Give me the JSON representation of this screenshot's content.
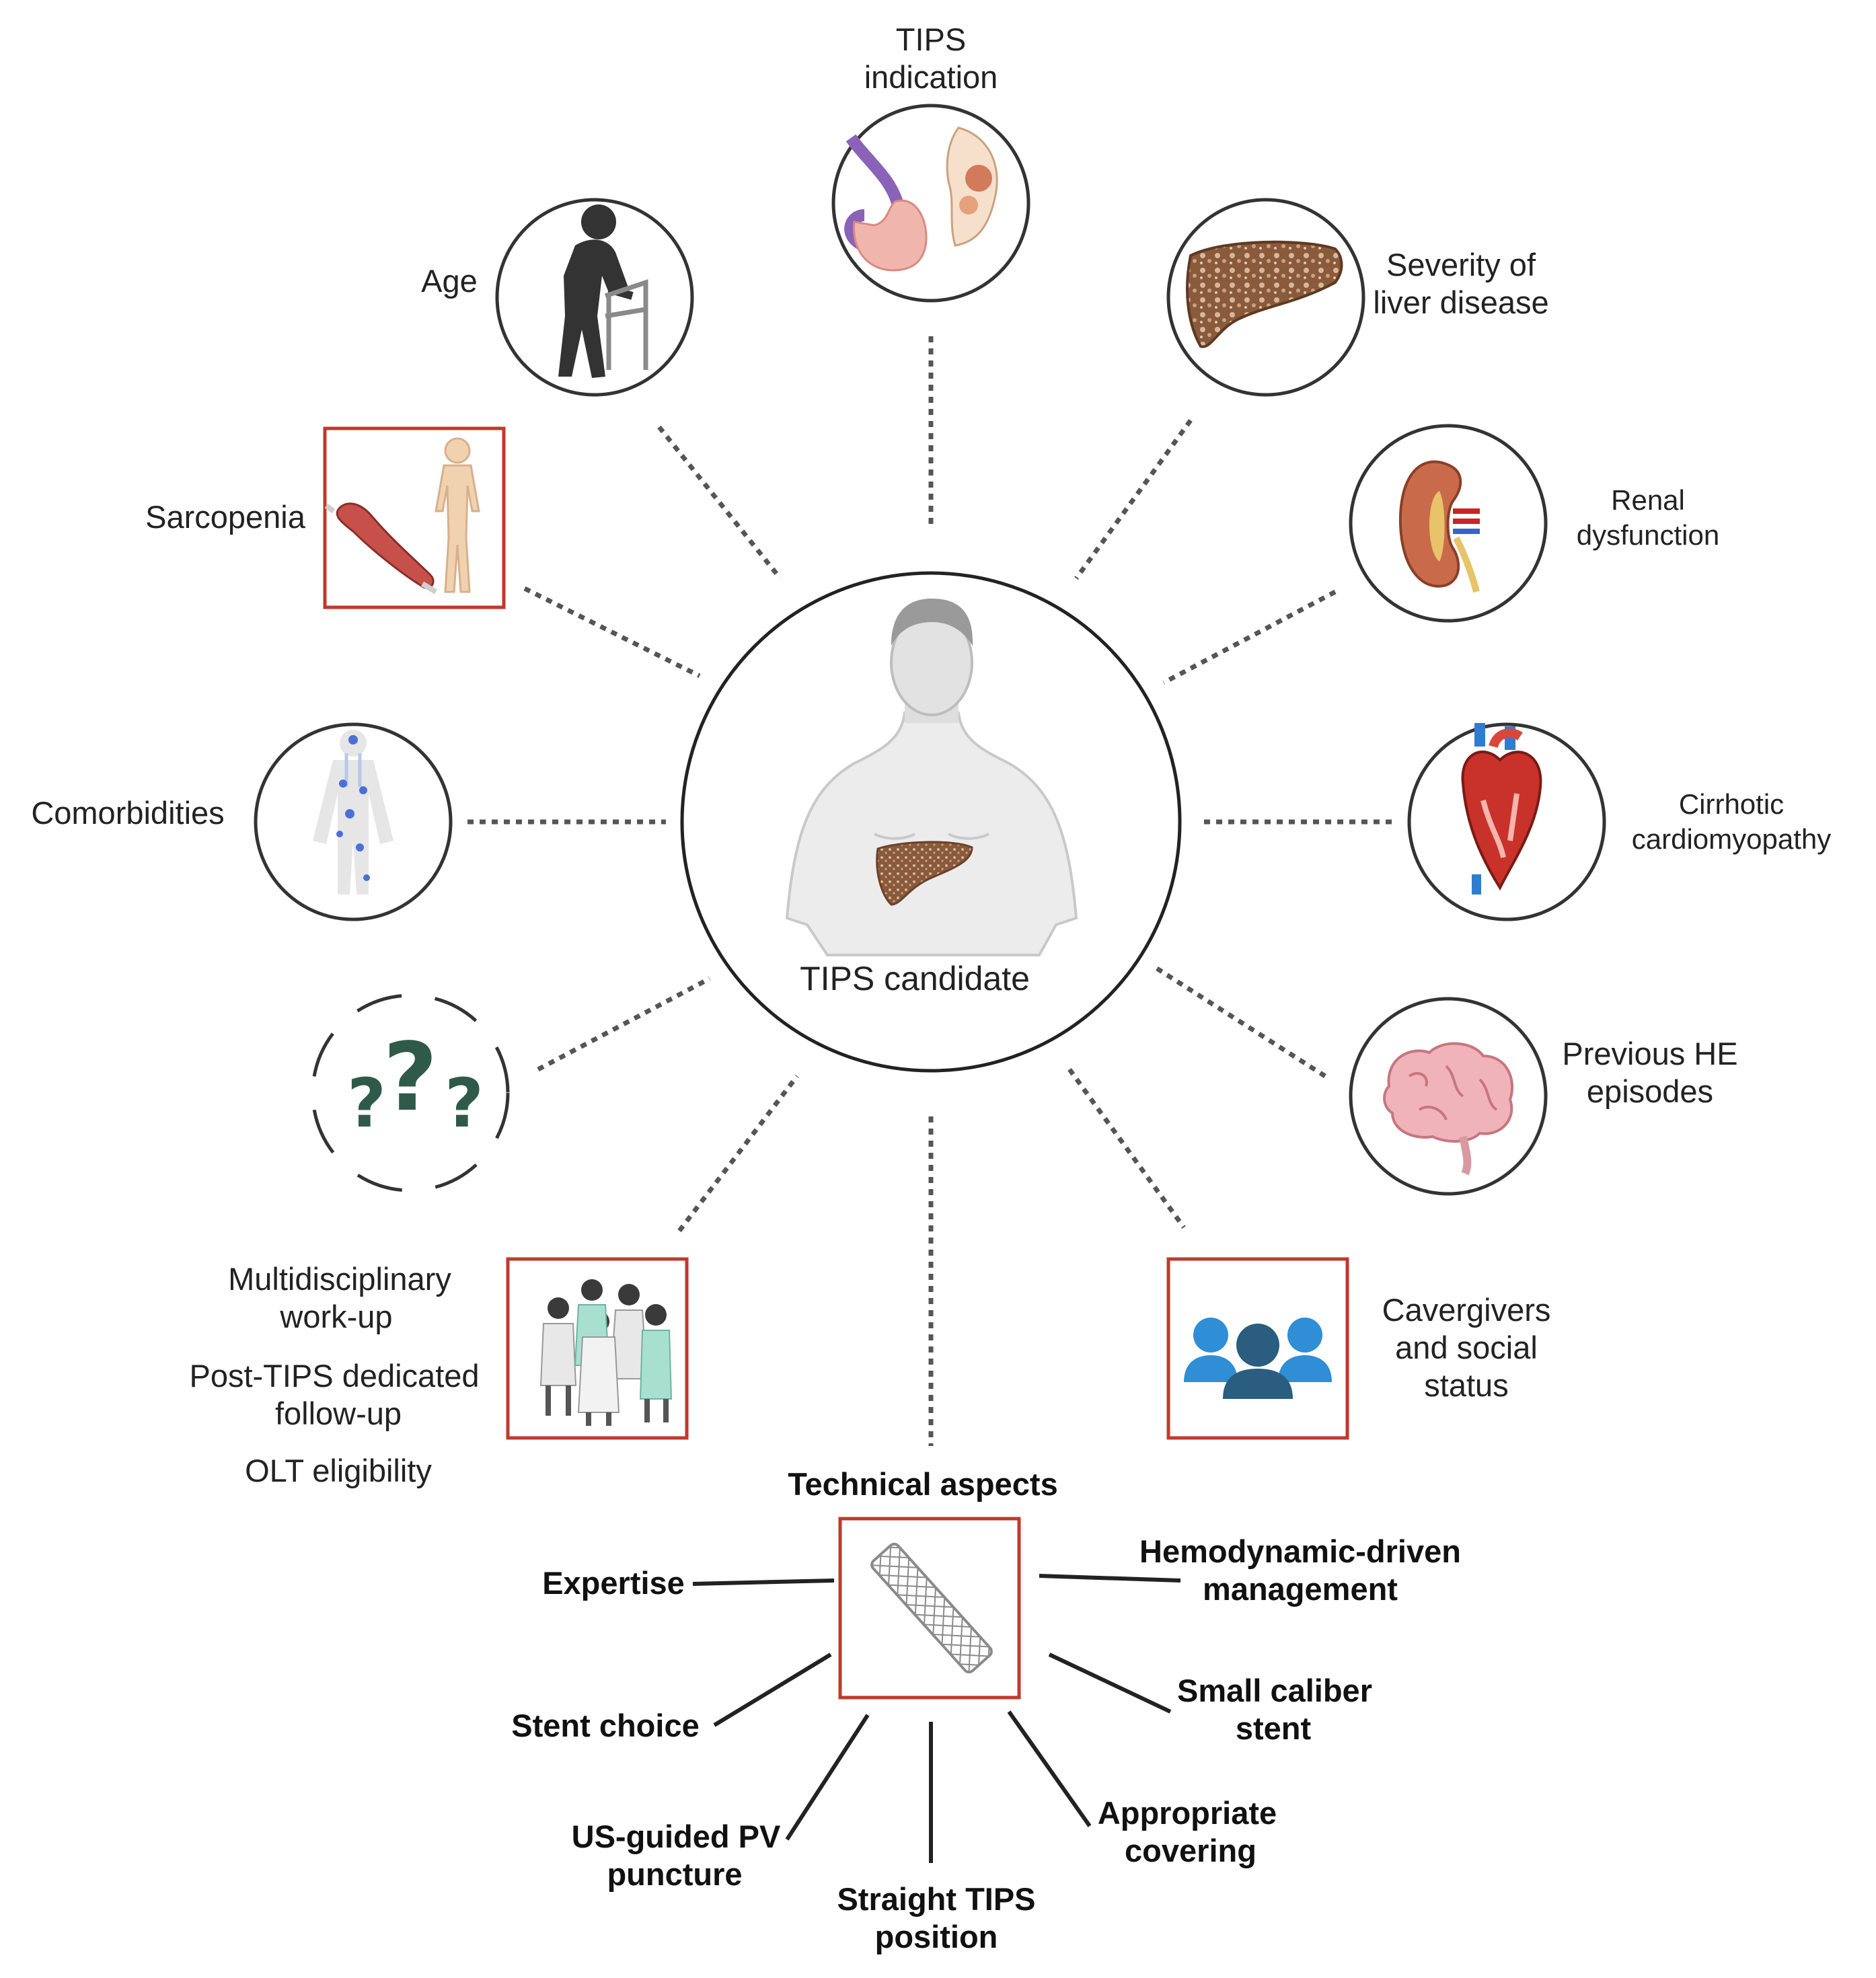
{
  "center": {
    "label": "TIPS candidate"
  },
  "factors": {
    "tips_indication": [
      "TIPS",
      "indication"
    ],
    "age": [
      "Age"
    ],
    "severity": [
      "Severity of",
      "liver disease"
    ],
    "renal": [
      "Renal",
      "dysfunction"
    ],
    "sarcopenia": [
      "Sarcopenia"
    ],
    "comorbidities": [
      "Comorbidities"
    ],
    "cirrhotic": [
      "Cirrhotic",
      "cardiomyopathy"
    ],
    "he": [
      "Previous HE",
      "episodes"
    ],
    "caregivers": [
      "Cavergivers",
      "and social",
      "status"
    ],
    "team": [
      "Multidisciplinary",
      "work-up",
      "Post-TIPS dedicated",
      "follow-up",
      "OLT eligibility"
    ]
  },
  "technical": {
    "title": "Technical aspects",
    "expertise": [
      "Expertise"
    ],
    "stent_choice": [
      "Stent choice"
    ],
    "us_guided": [
      "US-guided PV",
      "puncture"
    ],
    "straight": [
      "Straight TIPS",
      "position"
    ],
    "covering": [
      "Appropriate",
      "covering"
    ],
    "small_caliber": [
      "Small caliber",
      "stent"
    ],
    "hemodynamic": [
      "Hemodynamic-driven",
      "management"
    ]
  },
  "icons": [
    "elderly-person-with-walker",
    "stomach-and-abdomen",
    "cirrhotic-liver",
    "kidney",
    "muscle-and-body",
    "body-with-lesions",
    "heart",
    "brain",
    "question-marks",
    "medical-team",
    "people-group",
    "tips-stent",
    "human-torso-with-liver"
  ],
  "colors": {
    "highlight_box": "#c0392b",
    "circle_stroke": "#333333",
    "liver": "#8a5a3c",
    "question": "#2f5a4a",
    "people": "#2a8ad0"
  }
}
